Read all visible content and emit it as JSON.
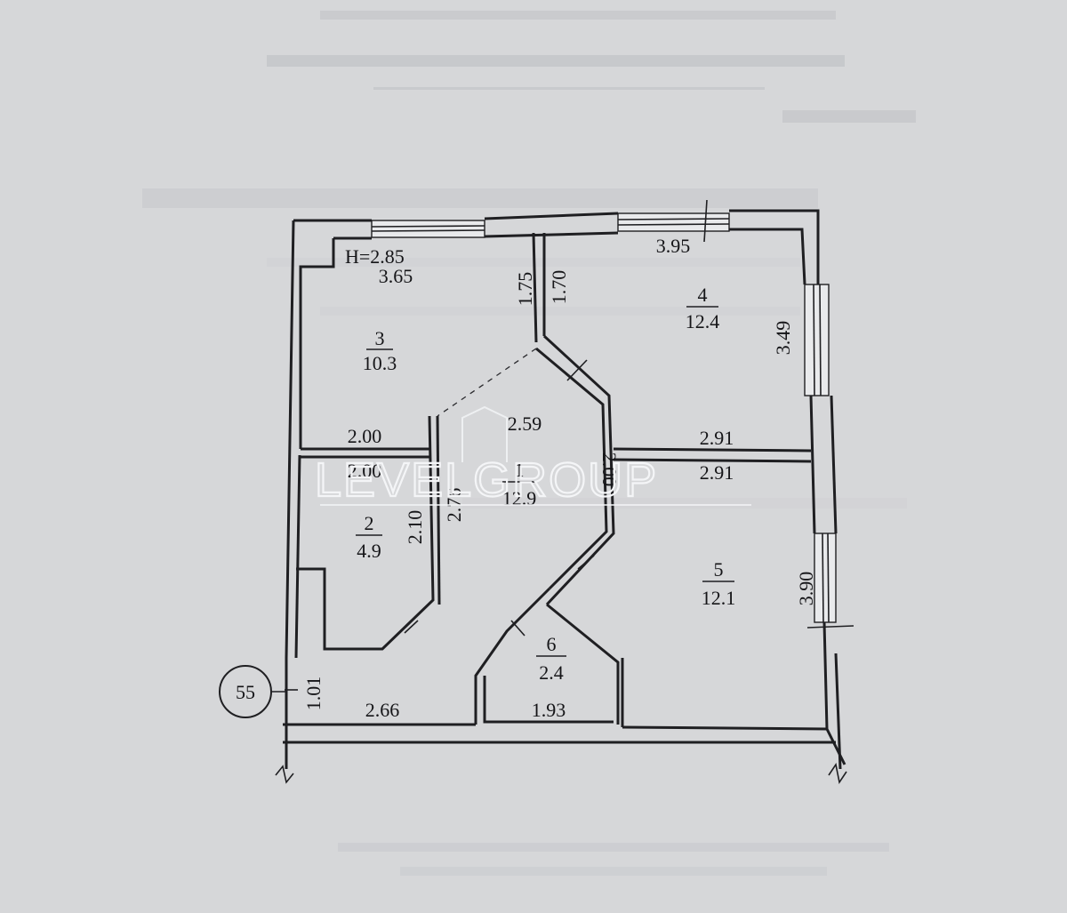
{
  "plan": {
    "ceiling_height": "H=2.85",
    "floor_marker": "55",
    "watermark": "LEVELGROUP",
    "rooms": [
      {
        "number": "1",
        "area": "12.9"
      },
      {
        "number": "2",
        "area": "4.9"
      },
      {
        "number": "3",
        "area": "10.3"
      },
      {
        "number": "4",
        "area": "12.4"
      },
      {
        "number": "5",
        "area": "12.1"
      },
      {
        "number": "6",
        "area": "2.4"
      }
    ],
    "dimensions": {
      "room3_width": "3.65",
      "room3_depth_left": "1.75",
      "room3_bottom": "2.00",
      "room4_top": "3.95",
      "room4_left": "1.70",
      "room4_right": "3.49",
      "room4_bottom": "2.91",
      "room5_top": "2.91",
      "room5_right": "3.90",
      "room2_top": "2.00",
      "room2_right": "2.10",
      "hall_width": "2.59",
      "hall_left": "2.76",
      "hall_right": "2.00",
      "entry_bottom": "2.66",
      "entry_side": "1.01",
      "room6_bottom": "1.93"
    }
  }
}
